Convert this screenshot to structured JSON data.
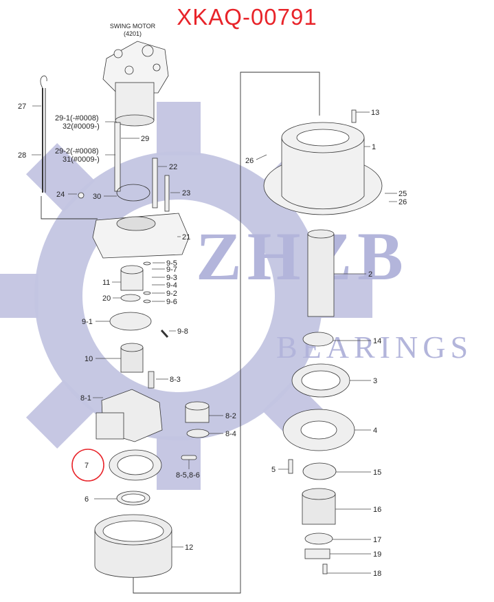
{
  "title": {
    "text": "XKAQ-00791",
    "color": "#e8242a"
  },
  "motor_label": {
    "line1": "SWING MOTOR",
    "line2": "(4201)"
  },
  "watermark": {
    "big": "ZHZB",
    "small": "BEARINGS",
    "color": "#b3b5db"
  },
  "highlight": {
    "label": "7",
    "color": "#e8242a"
  },
  "callouts": {
    "c27": "27",
    "c28": "28",
    "c29_1": "29-1(-#0008)",
    "c32": "32(#0009-)",
    "c29": "29",
    "c29_2": "29-2(-#0008)",
    "c31": "31(#0009-)",
    "c22": "22",
    "c23": "23",
    "c24": "24",
    "c30": "30",
    "c21": "21",
    "c9_5": "9-5",
    "c9_7": "9-7",
    "c9_3": "9-3",
    "c9_4": "9-4",
    "c9_2": "9-2",
    "c9_6": "9-6",
    "c11": "11",
    "c20": "20",
    "c9_1": "9-1",
    "c9_8": "9-8",
    "c10": "10",
    "c8_3": "8-3",
    "c8_1": "8-1",
    "c8_2": "8-2",
    "c8_4": "8-4",
    "c8_5": "8-5,8-6",
    "c6": "6",
    "c12": "12",
    "c13": "13",
    "c1": "1",
    "c26a": "26",
    "c25": "25",
    "c26b": "26",
    "c2": "2",
    "c14": "14",
    "c3": "3",
    "c4": "4",
    "c5": "5",
    "c15": "15",
    "c16": "16",
    "c17": "17",
    "c19": "19",
    "c18": "18"
  }
}
